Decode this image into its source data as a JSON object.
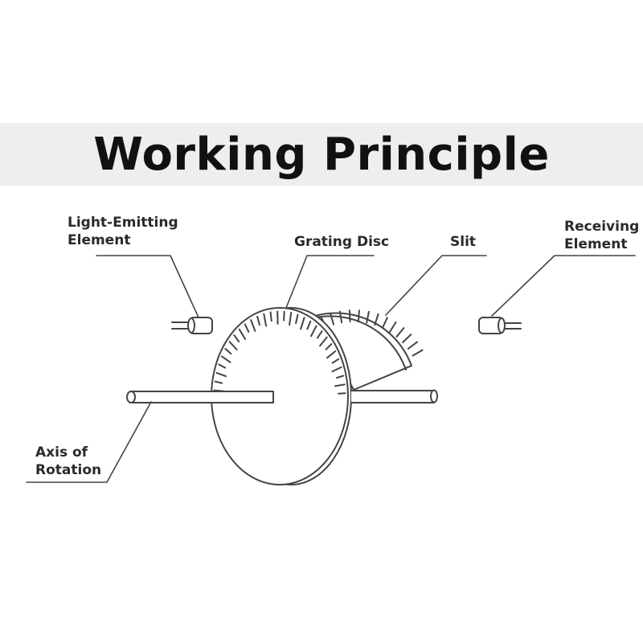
{
  "title": "Working Principle",
  "labels": {
    "light_emitting": [
      "Light-Emitting",
      "Element"
    ],
    "grating_disc": "Grating Disc",
    "slit": "Slit",
    "receiving": [
      "Receiving",
      "Element"
    ],
    "axis": [
      "Axis of",
      "Rotation"
    ]
  },
  "colors": {
    "band": "#eeeeee",
    "title": "#111111",
    "line": "#444444"
  }
}
